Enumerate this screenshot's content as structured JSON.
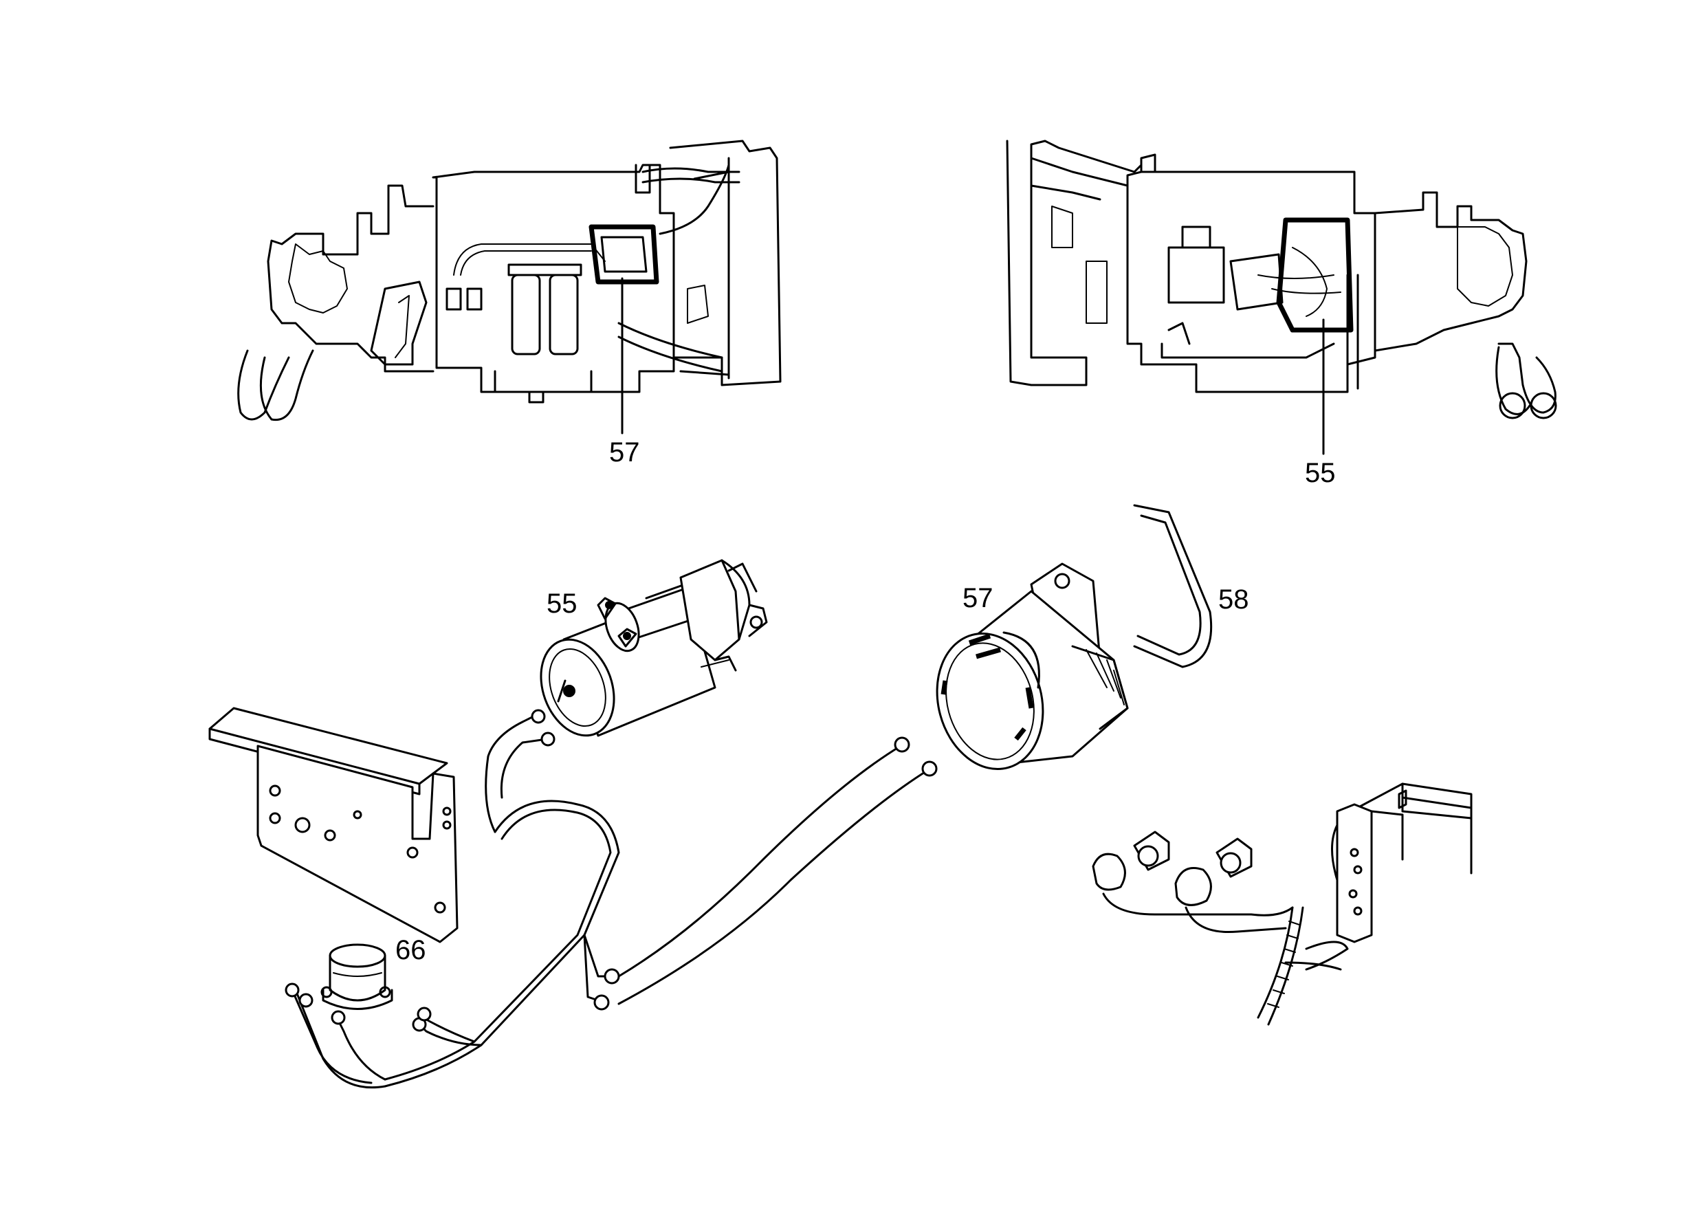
{
  "callouts": {
    "top_left_57": "57",
    "top_right_55": "55",
    "starter_55": "55",
    "alternator_57": "57",
    "belt_58": "58",
    "relay_66": "66"
  }
}
